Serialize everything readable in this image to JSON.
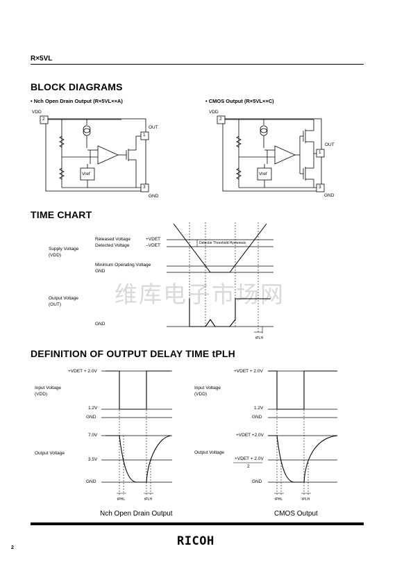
{
  "header": {
    "title": "R×5VL"
  },
  "sections": {
    "block": {
      "title": "BLOCK DIAGRAMS",
      "nch_title": "• Nch Open Drain Output (R×5VL××A)",
      "cmos_title": "• CMOS Output (R×5VL××C)",
      "vdd": "VDD",
      "out": "OUT",
      "gnd": "GND",
      "vref": "Vref",
      "pin1": "1",
      "pin2": "2",
      "pin3": "3"
    },
    "time": {
      "title": "TIME CHART",
      "released": "Released Voltage",
      "detected": "Detected Voltage",
      "plus_vdet": "+VDET",
      "minus_vdet": "–VDET",
      "hysteresis": "Detector Threshold Hysteresis",
      "supply": "Supply Voltage",
      "supply_sym": "(VDD)",
      "min_op": "Minimum Operating Voltage",
      "gnd": "GND",
      "output": "Output Voltage",
      "output_sym": "(OUT)",
      "gnd2": "GND",
      "tplh": "tPLH"
    },
    "delay": {
      "title": "DEFINITION OF OUTPUT DELAY TIME tPLH",
      "left": {
        "vtop": "+VDET + 2.0V",
        "input": "Input Voltage",
        "input_sym": "(VDD)",
        "v12": "1.2V",
        "gnd": "GND",
        "v70": "7.0V",
        "output": "Output Voltage",
        "v35": "3.5V",
        "gnd2": "GND",
        "tphl": "tPHL",
        "tplh": "tPLH",
        "caption": "Nch Open Drain Output"
      },
      "right": {
        "vtop": "+VDET + 2.0V",
        "input": "Input Voltage",
        "input_sym": "(VDD)",
        "v12": "1.2V",
        "gnd": "GND",
        "vout_top": "+VDET +2.0V",
        "output": "Output Voltage",
        "half_num": "+VDET + 2.0V",
        "half_den": "2",
        "gnd2": "GND",
        "tphl": "tPHL",
        "tplh": "tPLH",
        "caption": "CMOS Output"
      }
    }
  },
  "watermark": "维库电子市场网",
  "footer": {
    "page": "2",
    "logo": "RICOH"
  }
}
